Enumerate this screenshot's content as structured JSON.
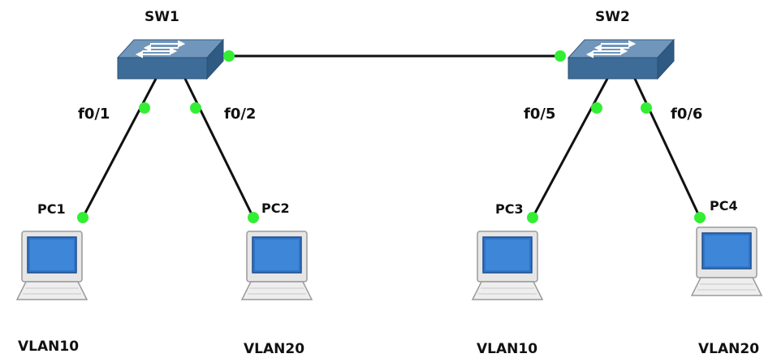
{
  "colors": {
    "link": "#111111",
    "port_up": "#33ee33",
    "switch_top": "#6e93b8",
    "switch_front": "#3f6e99",
    "screen": "#2f74c9",
    "pc_body": "#e4e4e4"
  },
  "switches": [
    {
      "label": "SW1",
      "icon": "switch-icon"
    },
    {
      "label": "SW2",
      "icon": "switch-icon"
    }
  ],
  "ports": [
    {
      "label": "f0/1"
    },
    {
      "label": "f0/2"
    },
    {
      "label": "f0/5"
    },
    {
      "label": "f0/6"
    }
  ],
  "pcs": [
    {
      "label": "PC1",
      "vlan": "VLAN10",
      "icon": "pc-icon"
    },
    {
      "label": "PC2",
      "vlan": "VLAN20",
      "icon": "pc-icon"
    },
    {
      "label": "PC3",
      "vlan": "VLAN10",
      "icon": "pc-icon"
    },
    {
      "label": "PC4",
      "vlan": "VLAN20",
      "icon": "pc-icon"
    }
  ]
}
